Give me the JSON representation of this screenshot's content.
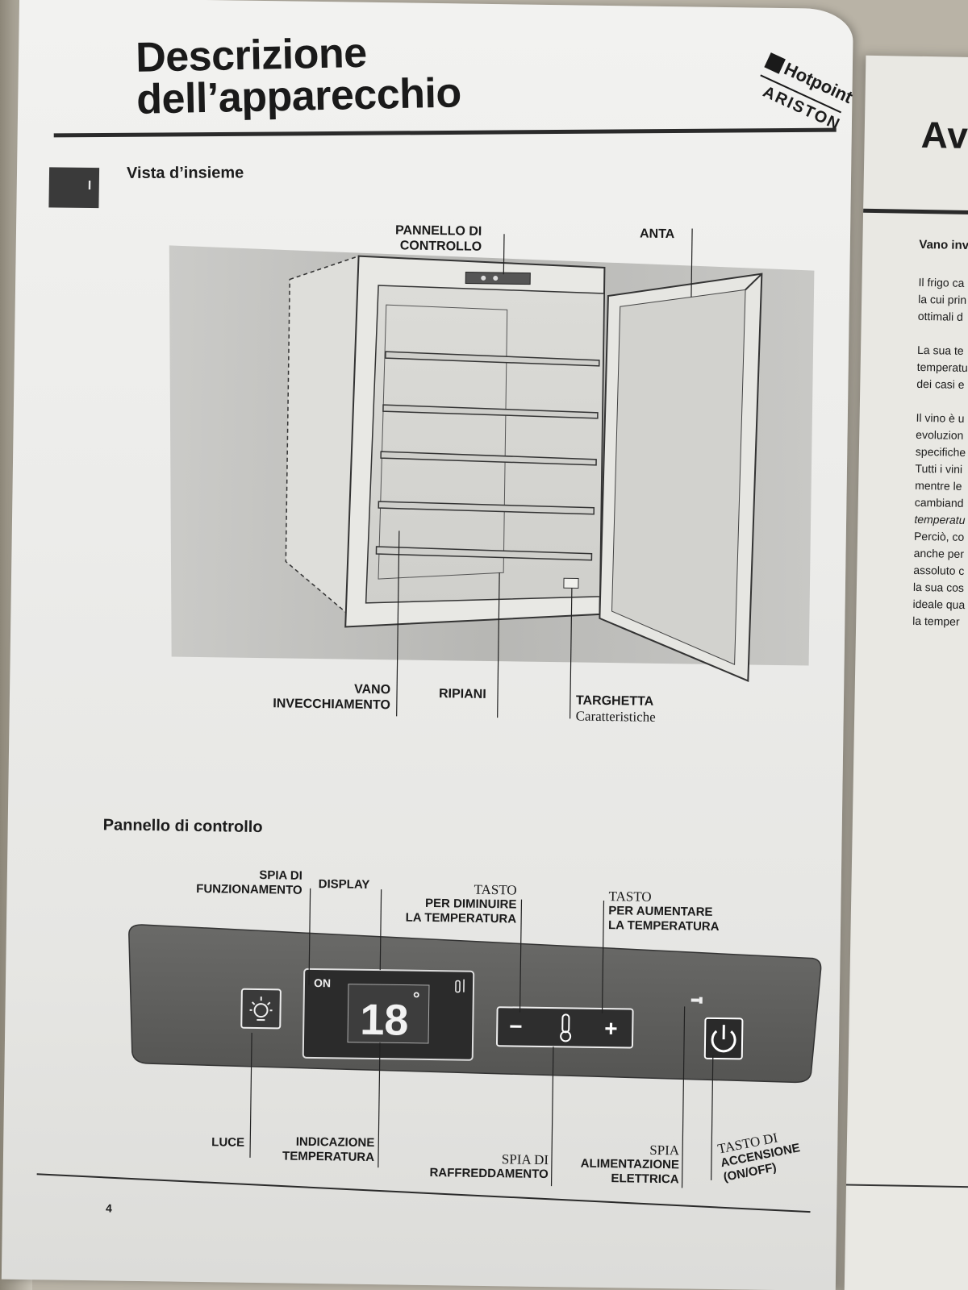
{
  "page": {
    "title_line1": "Descrizione",
    "title_line2": "dell’apparecchio",
    "brand": "Hotpoint",
    "brand_sub": "ARISTON",
    "section_number": "I",
    "section_title": "Vista d’insieme",
    "page_number": "4"
  },
  "overview": {
    "pannello_line1": "PANNELLO DI",
    "pannello_line2": "CONTROLLO",
    "anta": "ANTA",
    "vano_line1": "VANO",
    "vano_line2": "INVECCHIAMENTO",
    "ripiani": "RIPIANI",
    "targhetta_line1": "TARGHETTA",
    "targhetta_line2": "Caratteristiche"
  },
  "control_panel": {
    "title": "Pannello di controllo",
    "spia_func_line1": "SPIA DI",
    "spia_func_line2": "FUNZIONAMENTO",
    "display": "DISPLAY",
    "tasto_dim_line1": "TASTO",
    "tasto_dim_line2": "PER DIMINUIRE",
    "tasto_dim_line3": "LA TEMPERATURA",
    "tasto_aum_line1": "TASTO",
    "tasto_aum_line2": "PER AUMENTARE",
    "tasto_aum_line3": "LA TEMPERATURA",
    "luce": "LUCE",
    "indicazione_line1": "INDICAZIONE",
    "indicazione_line2": "TEMPERATURA",
    "spia_raff_line1": "SPIA DI",
    "spia_raff_line2": "RAFFREDDAMENTO",
    "spia_alim_line1": "SPIA",
    "spia_alim_line2": "ALIMENTAZIONE",
    "spia_alim_line3": "ELETTRICA",
    "tasto_acc_line1": "TASTO DI",
    "tasto_acc_line2": "ACCENSIONE",
    "tasto_acc_line3": "(ON/OFF)",
    "display_on": "ON",
    "display_temp": "18",
    "display_degree": "°",
    "minus": "−",
    "plus": "+"
  },
  "right_page": {
    "title": "Avv",
    "heading": "Vano inv",
    "lines": [
      "Il frigo ca",
      "la cui prin",
      "ottimali d",
      "",
      "La sua te",
      "temperatu",
      "dei casi e",
      "",
      "Il vino è u",
      "evoluzion",
      "specifiche",
      "Tutti i vini",
      "mentre le",
      "cambiand",
      "temperatu",
      "Perciò, co",
      "anche per",
      "assoluto c",
      "la sua cos",
      "ideale qua",
      "la temper"
    ]
  }
}
